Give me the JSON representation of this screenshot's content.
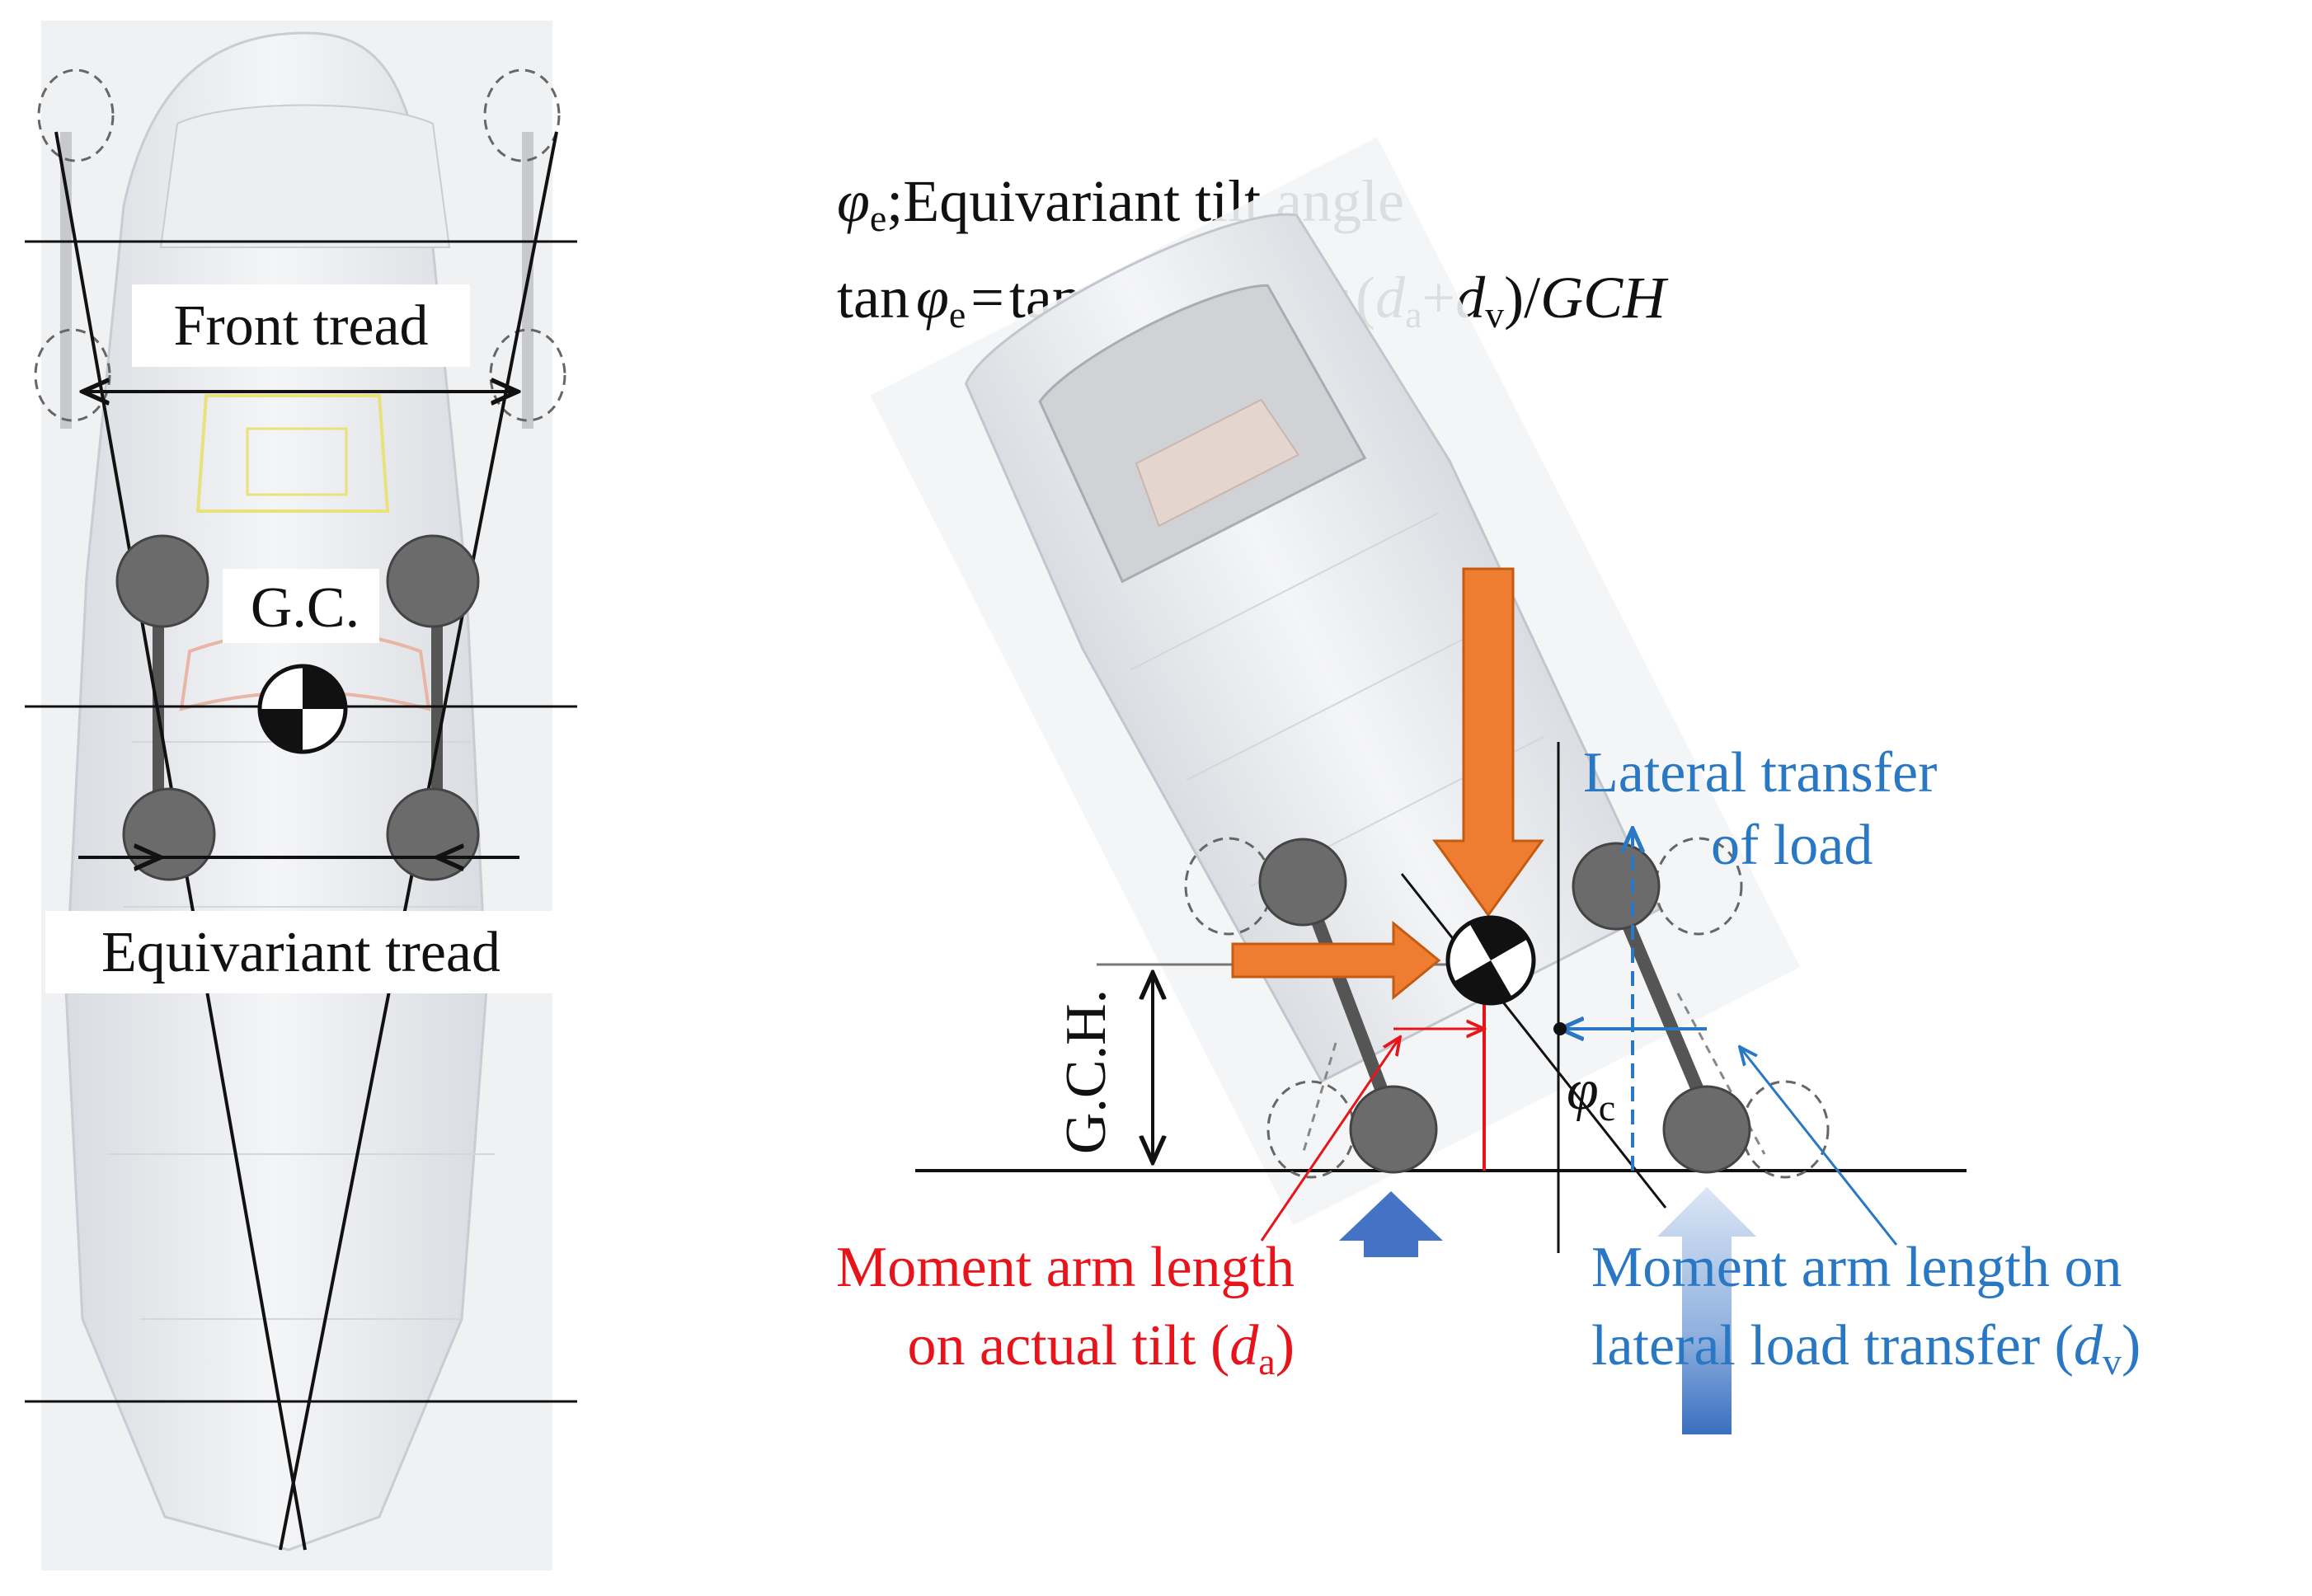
{
  "labels": {
    "front_tread": "Front tread",
    "gc": "G.C.",
    "equivariant_tread": "Equivariant tread",
    "gch": "G.C.H.",
    "lateral_transfer_line1": "Lateral transfer",
    "lateral_transfer_line2": "of load",
    "moment_arm_actual_line1": "Moment arm length",
    "moment_arm_actual_line2_pre": "on actual tilt (",
    "moment_arm_actual_sym": "d",
    "moment_arm_actual_sub": "a",
    "moment_arm_actual_close": ")",
    "moment_arm_lateral_line1": "Moment arm length on",
    "moment_arm_lateral_line2_pre": "lateral load transfer (",
    "moment_arm_lateral_sym": "d",
    "moment_arm_lateral_sub": "v",
    "moment_arm_lateral_close": ")",
    "phi_c_symbol": "φ",
    "phi_c_sub": "c"
  },
  "formula": {
    "phi": "φ",
    "sub_e": "e",
    "sub_a": "a",
    "sub_v": "v",
    "title_rest": ";Equivariant tilt angle",
    "tan": "tan",
    "plus": "+",
    "eq": "=",
    "open": "(",
    "d": "d",
    "close": ")",
    "slash": "/",
    "gch": "GCH"
  },
  "colors": {
    "red": "#e8141c",
    "blue": "#2a78c4",
    "orange": "#ee7d31",
    "arrow_blue": "#4472c4",
    "wheel": "#6b6b6b",
    "car_body": "#e6e8ec"
  }
}
